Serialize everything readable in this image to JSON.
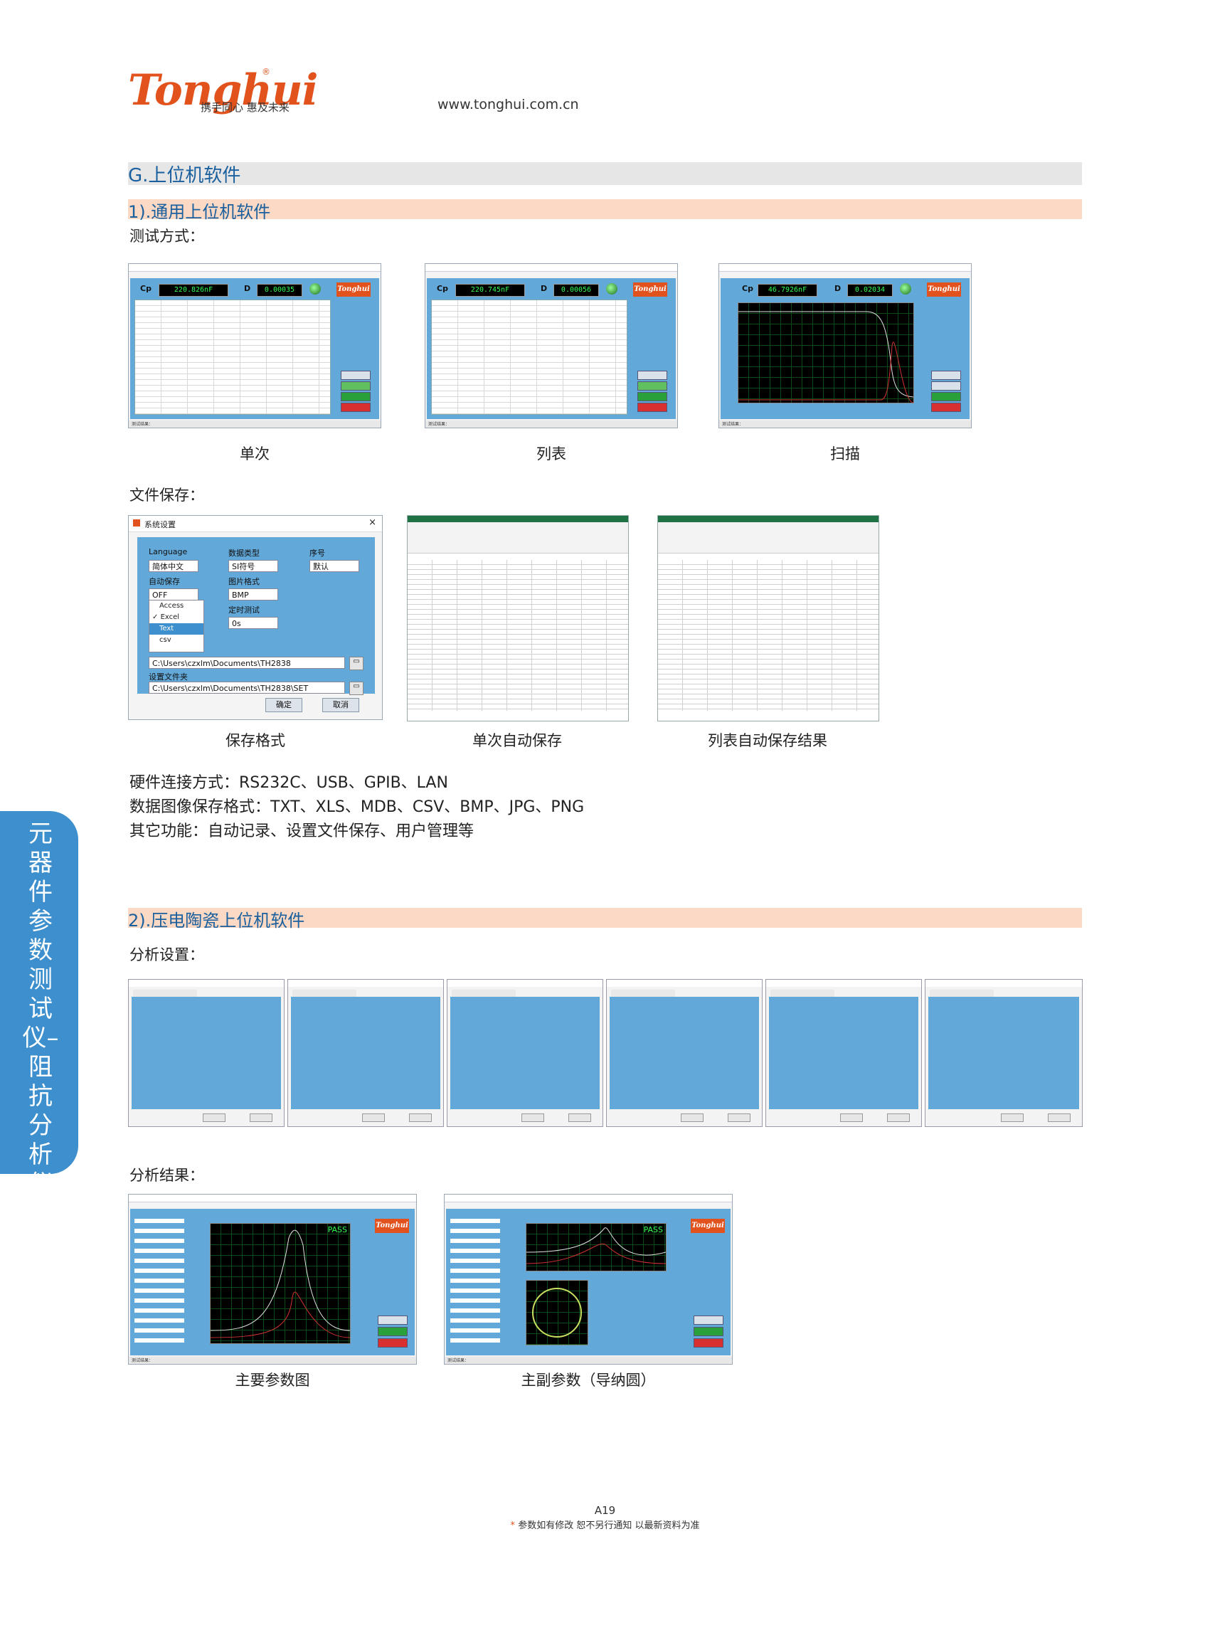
{
  "header": {
    "logo_text": "Tonghui",
    "logo_slogan": "携手同心 惠及未来",
    "url": "www.tonghui.com.cn"
  },
  "section_g": {
    "title": "G.上位机软件",
    "sub1": {
      "title": "1).通用上位机软件",
      "test_mode_label": "测试方式：",
      "captions": [
        "单次",
        "列表",
        "扫描"
      ],
      "screens": [
        {
          "cp_label": "Cp",
          "cp_value": "220.826nF",
          "d_label": "D",
          "d_value": "0.00035",
          "status": "测试结果："
        },
        {
          "cp_label": "Cp",
          "cp_value": "220.745nF",
          "d_label": "D",
          "d_value": "0.00056",
          "status": "测试结果："
        },
        {
          "cp_label": "Cp",
          "cp_value": "46.7926nF",
          "d_label": "D",
          "d_value": "0.02034",
          "status": "测试结果："
        }
      ],
      "file_save_label": "文件保存：",
      "save_dialog": {
        "title": "系统设置",
        "language_label": "Language",
        "language_value": "简体中文",
        "data_type_label": "数据类型",
        "data_type_value": "SI符号",
        "sequence_label": "序号",
        "sequence_value": "默认",
        "autosave_label": "自动保存",
        "autosave_value": "OFF",
        "image_format_label": "图片格式",
        "image_format_value": "BMP",
        "timer_label": "定时测试",
        "timer_value": "0s",
        "dropdown_options": [
          "Access",
          "Excel",
          "Text",
          "csv"
        ],
        "dropdown_checked": "Excel",
        "dropdown_highlight": "Text",
        "save_path": "C:\\Users\\czxlm\\Documents\\TH2838",
        "settings_file_label": "设置文件夹",
        "settings_path": "C:\\Users\\czxlm\\Documents\\TH2838\\SET",
        "ok_label": "确定",
        "cancel_label": "取消"
      },
      "save_captions": [
        "保存格式",
        "单次自动保存",
        "列表自动保存结果"
      ],
      "info_lines": [
        "硬件连接方式：RS232C、USB、GPIB、LAN",
        "数据图像保存格式：TXT、XLS、MDB、CSV、BMP、JPG、PNG",
        "其它功能：自动记录、设置文件保存、用户管理等"
      ]
    },
    "sub2": {
      "title": "2).压电陶瓷上位机软件",
      "analysis_settings_label": "分析设置：",
      "analysis_results_label": "分析结果：",
      "result_captions": [
        "主要参数图",
        "主副参数（导纳圆）"
      ],
      "pass_text": "PASS"
    }
  },
  "side_tab": {
    "text": "元器件参数测试仪–阻抗分析仪"
  },
  "footer": {
    "page_number": "A19",
    "note_star": "*",
    "note": "参数如有修改 恕不另行通知 以最新资料为准"
  },
  "colors": {
    "brand": "#e2521c",
    "section_blue": "#1a5f9e",
    "sub_bar": "#fbd9c5",
    "side_tab": "#3d8fcd",
    "app_blue": "#62a8d8"
  }
}
